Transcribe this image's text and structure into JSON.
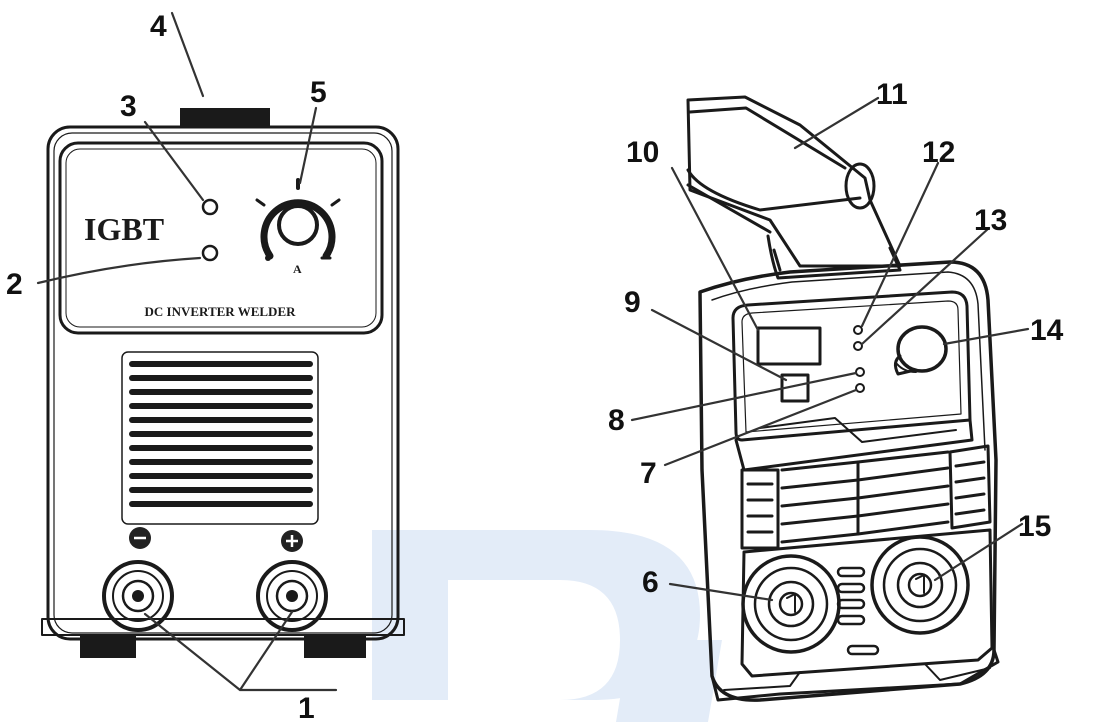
{
  "left_machine": {
    "brand_label": "IGBT",
    "model_label": "DC INVERTER WELDER",
    "knob_unit_label": "A",
    "colors": {
      "outline": "#1a1a1a",
      "background": "#ffffff"
    }
  },
  "callouts": {
    "c1": "1",
    "c2": "2",
    "c3": "3",
    "c4": "4",
    "c5": "5",
    "c6": "6",
    "c7": "7",
    "c8": "8",
    "c9": "9",
    "c10": "10",
    "c11": "11",
    "c12": "12",
    "c13": "13",
    "c14": "14",
    "c15": "15"
  },
  "watermark": {
    "color": "#e3ecf8",
    "icon": "brand-watermark-logo"
  }
}
